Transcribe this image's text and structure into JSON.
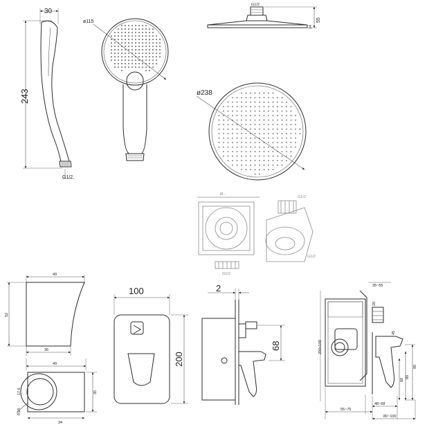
{
  "dims": {
    "hand_width": "30",
    "hand_length": "243",
    "hand_thread": "G1/2",
    "hand_diameter": "ø115",
    "top_thread": "G1/2",
    "top_height": "55",
    "top_head": "14",
    "rain_diameter": "ø238",
    "holder_width": "49",
    "holder_height": "52",
    "holder_base": "36",
    "holder_top_width": "49",
    "holder_depth": "35",
    "holder_base2": "34",
    "holder_r": "R18",
    "holder_d": "17.5",
    "plate_width": "100",
    "plate_height": "200",
    "plate_gap": "2",
    "plate_valve": "68",
    "body_1": "35~55",
    "body_2": "20",
    "body_3": "45",
    "body_4": "200x100",
    "body_5": "48~68",
    "body_6": "55~75",
    "body_7": "80~100",
    "body_8": "60",
    "body_9": "80",
    "body_10": "90"
  }
}
